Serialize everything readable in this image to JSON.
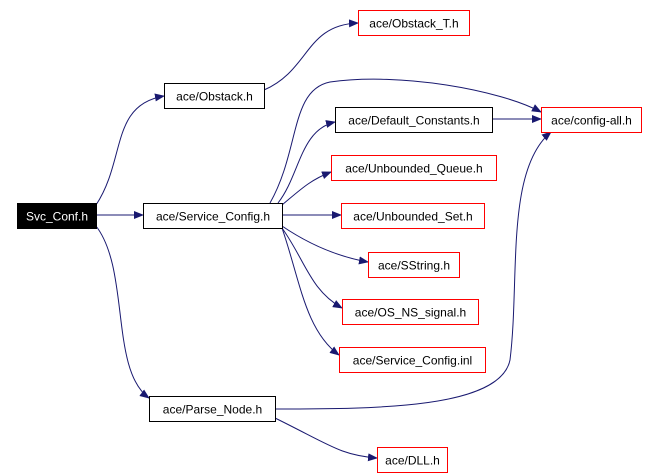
{
  "nodes": {
    "svc_conf": {
      "label": "Svc_Conf.h",
      "style": "root"
    },
    "obstack": {
      "label": "ace/Obstack.h",
      "style": "black"
    },
    "obstack_t": {
      "label": "ace/Obstack_T.h",
      "style": "red"
    },
    "service_config": {
      "label": "ace/Service_Config.h",
      "style": "black"
    },
    "default_constants": {
      "label": "ace/Default_Constants.h",
      "style": "black"
    },
    "config_all": {
      "label": "ace/config-all.h",
      "style": "red"
    },
    "unbounded_queue": {
      "label": "ace/Unbounded_Queue.h",
      "style": "red"
    },
    "unbounded_set": {
      "label": "ace/Unbounded_Set.h",
      "style": "red"
    },
    "sstring": {
      "label": "ace/SString.h",
      "style": "red"
    },
    "os_ns_signal": {
      "label": "ace/OS_NS_signal.h",
      "style": "red"
    },
    "service_config_inl": {
      "label": "ace/Service_Config.inl",
      "style": "red"
    },
    "parse_node": {
      "label": "ace/Parse_Node.h",
      "style": "black"
    },
    "dll": {
      "label": "ace/DLL.h",
      "style": "red"
    }
  },
  "edges": [
    {
      "from": "svc_conf",
      "to": "obstack"
    },
    {
      "from": "svc_conf",
      "to": "service_config"
    },
    {
      "from": "svc_conf",
      "to": "parse_node"
    },
    {
      "from": "obstack",
      "to": "obstack_t"
    },
    {
      "from": "service_config",
      "to": "default_constants"
    },
    {
      "from": "service_config",
      "to": "config_all"
    },
    {
      "from": "service_config",
      "to": "unbounded_queue"
    },
    {
      "from": "service_config",
      "to": "unbounded_set"
    },
    {
      "from": "service_config",
      "to": "sstring"
    },
    {
      "from": "service_config",
      "to": "os_ns_signal"
    },
    {
      "from": "service_config",
      "to": "service_config_inl"
    },
    {
      "from": "default_constants",
      "to": "config_all"
    },
    {
      "from": "parse_node",
      "to": "config_all"
    },
    {
      "from": "parse_node",
      "to": "dll"
    }
  ],
  "colors": {
    "edge": "#191970",
    "root_fill": "#000000",
    "root_text": "#ffffff",
    "black_border": "#000000",
    "red_border": "#ff0000",
    "text": "#000000",
    "background": "#ffffff"
  }
}
